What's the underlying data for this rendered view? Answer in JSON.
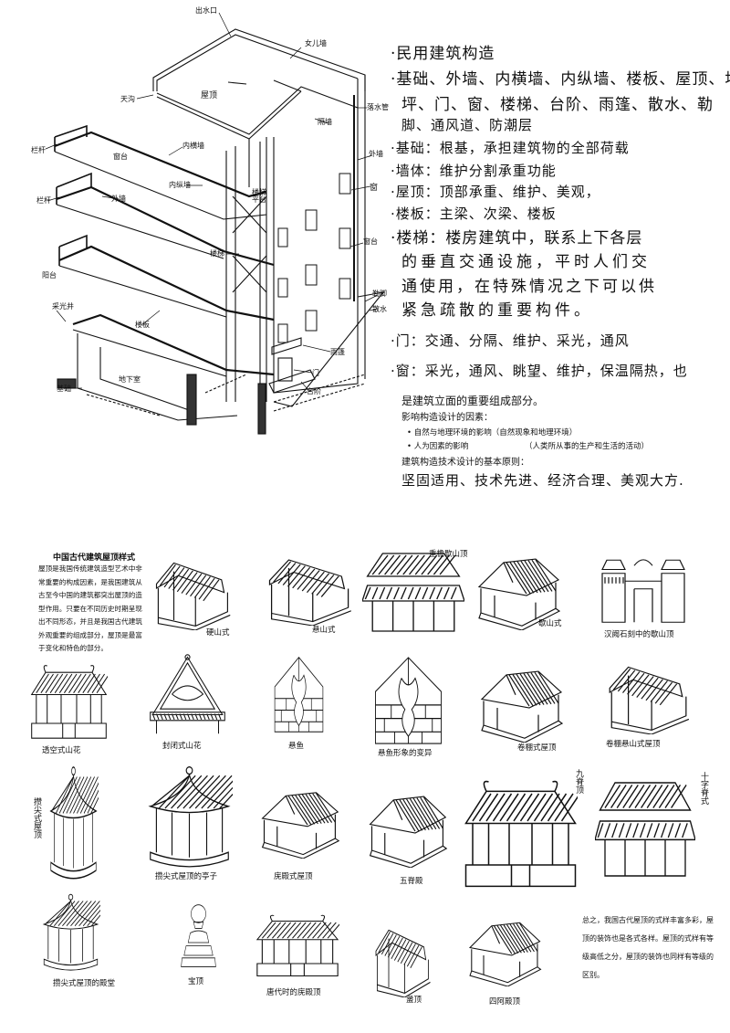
{
  "building_section": {
    "labels": {
      "outlet": "出水口",
      "parapet": "女儿墙",
      "gutter": "天沟",
      "roof": "屋顶",
      "downpipe": "落水管",
      "partition": "隔墙",
      "exterior_wall_right": "外墙",
      "railing_top": "栏杆",
      "inner_cross_wall": "内横墙",
      "sill_left": "窗台",
      "inner_long_wall": "内纵墙",
      "stair_landing": "楼梯平台",
      "window": "窗",
      "railing_mid": "栏杆",
      "exterior_wall_left": "外墙",
      "stairs": "楼梯",
      "window_sill": "窗台",
      "balcony": "阳台",
      "plinth": "勒脚",
      "apron": "散水",
      "light_well": "采光井",
      "floor_slab": "楼板",
      "canopy": "雨篷",
      "door": "门",
      "steps": "台阶",
      "basement": "地下室",
      "foundation": "基础"
    }
  },
  "notes": {
    "title": "·民用建筑构造",
    "components": [
      "·基础、外墙、内横墙、内纵墙、楼板、屋顶、地",
      "坪、门、窗、楼梯、台阶、雨篷、散水、勒",
      "脚、通风道、防潮层"
    ],
    "foundation": "·基础：根基，承担建筑物的全部荷载",
    "wall": "·墙体：维护分割承重功能",
    "roof": "·屋顶：顶部承重、维护、美观，",
    "floor": "·楼板：主梁、次梁、楼板",
    "stairs": [
      "·楼梯：楼房建筑中，联系上下各层",
      "的垂直交通设施，平时人们交",
      "通使用，在特殊情况之下可以供",
      "紧急疏散的重要构件。"
    ],
    "door": "·门：交通、分隔、维护、采光，通风",
    "window": [
      "·窗：采光，通风、眺望、维护，保温隔热，也",
      "是建筑立面的重要组成部分。"
    ],
    "factors_title": "影响构造设计的因素：",
    "factors": [
      "• 自然与地理环境的影响（自然现象和地理环境）",
      "• 人为因素的影响",
      "（人类所从事的生产和生活的活动）"
    ],
    "principles_title": "建筑构造技术设计的基本原则：",
    "principles": "坚固适用、技术先进、经济合理、美观大方."
  },
  "roof_styles": {
    "title": "中国古代建筑屋顶样式",
    "intro": "屋顶是我国传统建筑造型艺术中非常重要的构成因素，是我国建筑从古至今中国的建筑都突出屋顶的造型作用。只要在不同历史时期呈现出不同形态，并且是我国古代建筑外观重要的组成部分，屋顶是最富于变化和特色的部分。",
    "items": [
      "硬山式",
      "悬山式",
      "重檐歇山顶",
      "歇山式",
      "汉阙石刻中的歇山顶",
      "透空式山花",
      "封闭式山花",
      "悬鱼",
      "悬鱼形象的变异",
      "卷棚式屋顶",
      "卷棚悬山式屋顶",
      "攒尖式屋顶",
      "攒尖式屋顶的亭子",
      "庑殿式屋顶",
      "五脊殿",
      "九脊顶",
      "十字脊式",
      "攒尖式屋顶的殿堂",
      "宝顶",
      "唐代时的庑殿顶",
      "盝顶",
      "四阿殿顶"
    ],
    "summary": "总之，我国古代屋顶的式样丰富多彩，屋顶的装饰也是各式各样。屋顶的式样有等级高低之分，屋顶的装饰也同样有等级的区别。"
  }
}
